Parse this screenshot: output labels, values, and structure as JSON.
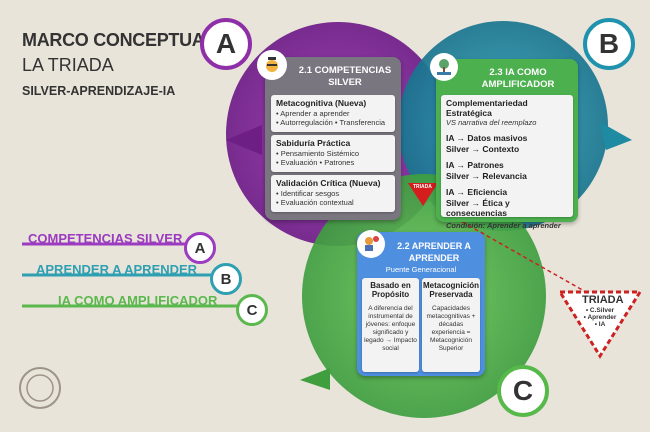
{
  "title": {
    "line1": "MARCO CONCEPTUAL:",
    "line2": "LA TRIADA",
    "line3": "SILVER-APRENDIZAJE-IA"
  },
  "legend": [
    {
      "label": "COMPETENCIAS SILVER",
      "letter": "A",
      "color": "#9b3bbf"
    },
    {
      "label": "APRENDER A APRENDER",
      "letter": "B",
      "color": "#2f9fb2"
    },
    {
      "label": "IA COMO AMPLIFICADOR",
      "letter": "C",
      "color": "#5bb84e"
    }
  ],
  "circle_letters": {
    "a": "A",
    "b": "B",
    "c": "C"
  },
  "panel_silver": {
    "title": "2.1 COMPETENCIAS SILVER",
    "icon": "thinking-head-icon",
    "boxes": [
      {
        "title": "Metacognitiva (Nueva)",
        "items": [
          "• Aprender a aprender",
          "• Autorregulación • Transferencia"
        ]
      },
      {
        "title": "Sabiduría Práctica",
        "items": [
          "• Pensamiento Sistémico",
          "• Evaluación • Patrones"
        ]
      },
      {
        "title": "Validación Crítica (Nueva)",
        "items": [
          "• Identificar sesgos",
          "• Evaluación contextual"
        ]
      }
    ]
  },
  "panel_ia": {
    "title": "2.3 IA COMO AMPLIFICADOR",
    "icon": "tree-laptop-icon",
    "subtitle": "Complementariedad Estratégica",
    "subtitle2": "VS narrativa del reemplazo",
    "pairs": [
      {
        "a": "IA → Datos masivos",
        "b": "Silver → Contexto"
      },
      {
        "a": "IA → Patrones",
        "b": "Silver → Relevancia"
      },
      {
        "a": "IA → Eficiencia",
        "b": "Silver → Ética y consecuencias"
      }
    ],
    "condition": "Condición: Aprender a aprender"
  },
  "panel_aprender": {
    "title": "2.2 APRENDER A APRENDER",
    "icon": "learner-icon",
    "bridge": "Puente Generacional",
    "cols": [
      {
        "title": "Basado en Propósito",
        "text": "A diferencia del instrumental de jóvenes: enfoque significado y legado → Impacto social"
      },
      {
        "title": "Metacognición Preservada",
        "text": "Capacidades metacognitivas + décadas experiencia = Metacognición Superior"
      }
    ]
  },
  "center_triangle": "TRIADA",
  "triada": {
    "title": "TRIADA",
    "items": [
      "• C.Silver",
      "• Aprender",
      "• IA"
    ]
  },
  "colors": {
    "purple": "#8e2fa8",
    "teal": "#1f93ad",
    "green": "#56b94a",
    "grey_panel": "#7a7680",
    "green_panel": "#4cb04f",
    "blue_panel": "#4f8fe0"
  }
}
